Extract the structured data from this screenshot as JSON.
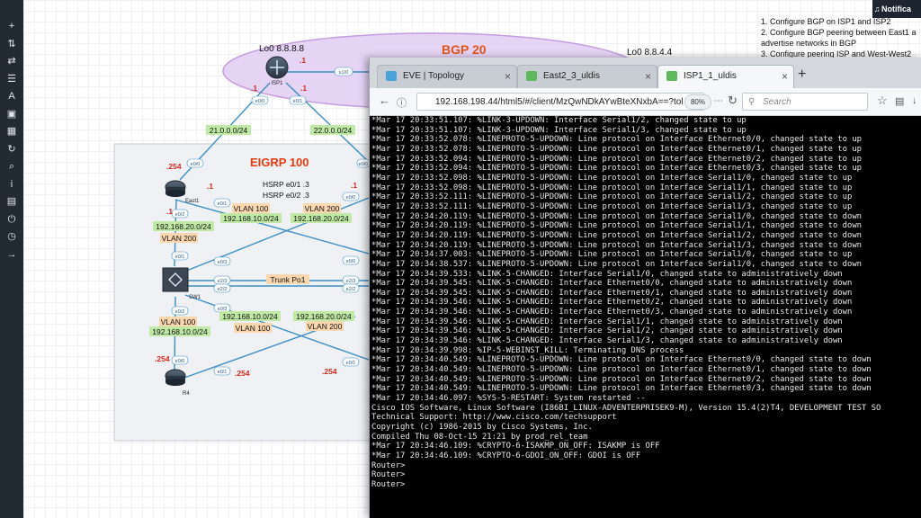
{
  "eve_toolbar": {
    "icons": [
      "add-icon",
      "sort-icon",
      "swap-icon",
      "list-icon",
      "text-icon",
      "image-icon",
      "grid-icon",
      "refresh-icon",
      "zoom-icon",
      "info-icon",
      "document-icon",
      "power-icon",
      "clock-icon",
      "logout-icon"
    ]
  },
  "topology": {
    "bgp_label": "BGP 20",
    "bgp_color": "#e6d4f5",
    "eigrp_label": "EIGRP 100",
    "eigrp_color": "#e83a10",
    "isp1_loopback": "Lo0 8.8.8.8",
    "isp2_loopback": "Lo0 8.8.4.4",
    "nodes": {
      "isp1": "ISP1",
      "east1": "East1",
      "sw1": "SW1",
      "r4": "R4"
    },
    "ports": {
      "isp1_s10": "s1/0",
      "isp1_e00": "e0/0",
      "isp1_e01": "e0/1",
      "east1_e00": "e0/0",
      "east1_e01": "e0/1",
      "east1_e02": "e0/2",
      "sw1_e01": "e0/1",
      "sw1_e23": "e2/3",
      "sw1_e22": "e2/2",
      "sw1_e02": "e0/2",
      "sw1_e03": "e0/3",
      "r4_e00": "e0/0",
      "r4_e01": "e0/1",
      "far_e00": "e0/0",
      "far_e01": "e0/1",
      "far_e23": "e2/3",
      "far_e22": "e2/2"
    },
    "subnet_isp_east": "21.0.0.0/24",
    "subnet_isp_west": "22.0.0.0/24",
    "octet_isp1_right": ".1",
    "octet_isp1_e00": ".1",
    "octet_isp1_e01": ".1",
    "octet_east1_254": ".254",
    "octet_east1_1": ".1",
    "octet_east1_e02": ".1",
    "octet_far_1": ".1",
    "octet_r4_254": ".254",
    "octet_r4_254b": ".254",
    "octet_far_254": ".254",
    "hsrp1": "HSRP e0/1 .3",
    "hsrp2": "HSRP e0/2 .3",
    "vlan100_a": "VLAN 100",
    "vlan100_a_net": "192.168.10.0/24",
    "vlan200_a": "VLAN 200",
    "vlan200_a_net": "192.168.20.0/24",
    "east1_e02_net": "192.168.20.0/24",
    "east1_e02_vlan": "VLAN 200",
    "trunk": "Trunk Po1",
    "vlan100_b_net": "192.168.10.0/24",
    "vlan100_b": "VLAN 100",
    "vlan200_b_net": "192.168.20.0/24",
    "vlan200_b": "VLAN 200",
    "sw_e02_vlan": "VLAN 100",
    "sw_e02_net": "192.168.10.0/24"
  },
  "notification": {
    "label": "Notifica"
  },
  "tasks": [
    "1. Configure BGP on ISP1 and ISP2",
    "2. Configure BGP peering between East1 a",
    "advertise networks in BGP",
    "3. Configure peering ISP and West-West2"
  ],
  "browser": {
    "tabs": [
      {
        "label": "EVE | Topology",
        "icon": "eve-icon",
        "color": "#4aa3d8"
      },
      {
        "label": "East2_3_uldis",
        "icon": "terminal-icon",
        "color": "#5fb85c"
      },
      {
        "label": "ISP1_1_uldis",
        "icon": "terminal-icon",
        "color": "#5fb85c"
      }
    ],
    "new_tab": "+",
    "url": "192.168.198.44/html5/#/client/MzQwNDkAYwBteXNxbA==?tol",
    "zoom": "80%",
    "search_placeholder": "Search"
  },
  "terminal": {
    "lines": [
      "*Mar 17 20:33:51.107: %LINK-3-UPDOWN: Interface Serial1/2, changed state to up",
      "*Mar 17 20:33:51.107: %LINK-3-UPDOWN: Interface Serial1/3, changed state to up",
      "*Mar 17 20:33:52.078: %LINEPROTO-5-UPDOWN: Line protocol on Interface Ethernet0/0, changed state to up",
      "*Mar 17 20:33:52.078: %LINEPROTO-5-UPDOWN: Line protocol on Interface Ethernet0/1, changed state to up",
      "*Mar 17 20:33:52.094: %LINEPROTO-5-UPDOWN: Line protocol on Interface Ethernet0/2, changed state to up",
      "*Mar 17 20:33:52.094: %LINEPROTO-5-UPDOWN: Line protocol on Interface Ethernet0/3, changed state to up",
      "*Mar 17 20:33:52.098: %LINEPROTO-5-UPDOWN: Line protocol on Interface Serial1/0, changed state to up",
      "*Mar 17 20:33:52.098: %LINEPROTO-5-UPDOWN: Line protocol on Interface Serial1/1, changed state to up",
      "*Mar 17 20:33:52.111: %LINEPROTO-5-UPDOWN: Line protocol on Interface Serial1/2, changed state to up",
      "*Mar 17 20:33:52.111: %LINEPROTO-5-UPDOWN: Line protocol on Interface Serial1/3, changed state to up",
      "*Mar 17 20:34:20.119: %LINEPROTO-5-UPDOWN: Line protocol on Interface Serial1/0, changed state to down",
      "*Mar 17 20:34:20.119: %LINEPROTO-5-UPDOWN: Line protocol on Interface Serial1/1, changed state to down",
      "*Mar 17 20:34:20.119: %LINEPROTO-5-UPDOWN: Line protocol on Interface Serial1/2, changed state to down",
      "*Mar 17 20:34:20.119: %LINEPROTO-5-UPDOWN: Line protocol on Interface Serial1/3, changed state to down",
      "*Mar 17 20:34:37.003: %LINEPROTO-5-UPDOWN: Line protocol on Interface Serial1/0, changed state to up",
      "*Mar 17 20:34:38.537: %LINEPROTO-5-UPDOWN: Line protocol on Interface Serial1/0, changed state to down",
      "*Mar 17 20:34:39.533: %LINK-5-CHANGED: Interface Serial1/0, changed state to administratively down",
      "*Mar 17 20:34:39.545: %LINK-5-CHANGED: Interface Ethernet0/0, changed state to administratively down",
      "*Mar 17 20:34:39.545: %LINK-5-CHANGED: Interface Ethernet0/1, changed state to administratively down",
      "*Mar 17 20:34:39.546: %LINK-5-CHANGED: Interface Ethernet0/2, changed state to administratively down",
      "*Mar 17 20:34:39.546: %LINK-5-CHANGED: Interface Ethernet0/3, changed state to administratively down",
      "*Mar 17 20:34:39.546: %LINK-5-CHANGED: Interface Serial1/1, changed state to administratively down",
      "*Mar 17 20:34:39.546: %LINK-5-CHANGED: Interface Serial1/2, changed state to administratively down",
      "*Mar 17 20:34:39.546: %LINK-5-CHANGED: Interface Serial1/3, changed state to administratively down",
      "*Mar 17 20:34:39.998: %IP-5-WEBINST_KILL: Terminating DNS process",
      "*Mar 17 20:34:40.549: %LINEPROTO-5-UPDOWN: Line protocol on Interface Ethernet0/0, changed state to down",
      "*Mar 17 20:34:40.549: %LINEPROTO-5-UPDOWN: Line protocol on Interface Ethernet0/1, changed state to down",
      "*Mar 17 20:34:40.549: %LINEPROTO-5-UPDOWN: Line protocol on Interface Ethernet0/2, changed state to down",
      "*Mar 17 20:34:40.549: %LINEPROTO-5-UPDOWN: Line protocol on Interface Ethernet0/3, changed state to down",
      "*Mar 17 20:34:46.097: %SYS-5-RESTART: System restarted --",
      "Cisco IOS Software, Linux Software (I86BI_LINUX-ADVENTERPRISEK9-M), Version 15.4(2)T4, DEVELOPMENT TEST SO",
      "Technical Support: http://www.cisco.com/techsupport",
      "Copyright (c) 1986-2015 by Cisco Systems, Inc.",
      "Compiled Thu 08-Oct-15 21:21 by prod_rel_team",
      "*Mar 17 20:34:46.109: %CRYPTO-6-ISAKMP_ON_OFF: ISAKMP is OFF",
      "*Mar 17 20:34:46.109: %CRYPTO-6-GDOI_ON_OFF: GDOI is OFF",
      "Router>",
      "Router>",
      "Router>"
    ]
  }
}
